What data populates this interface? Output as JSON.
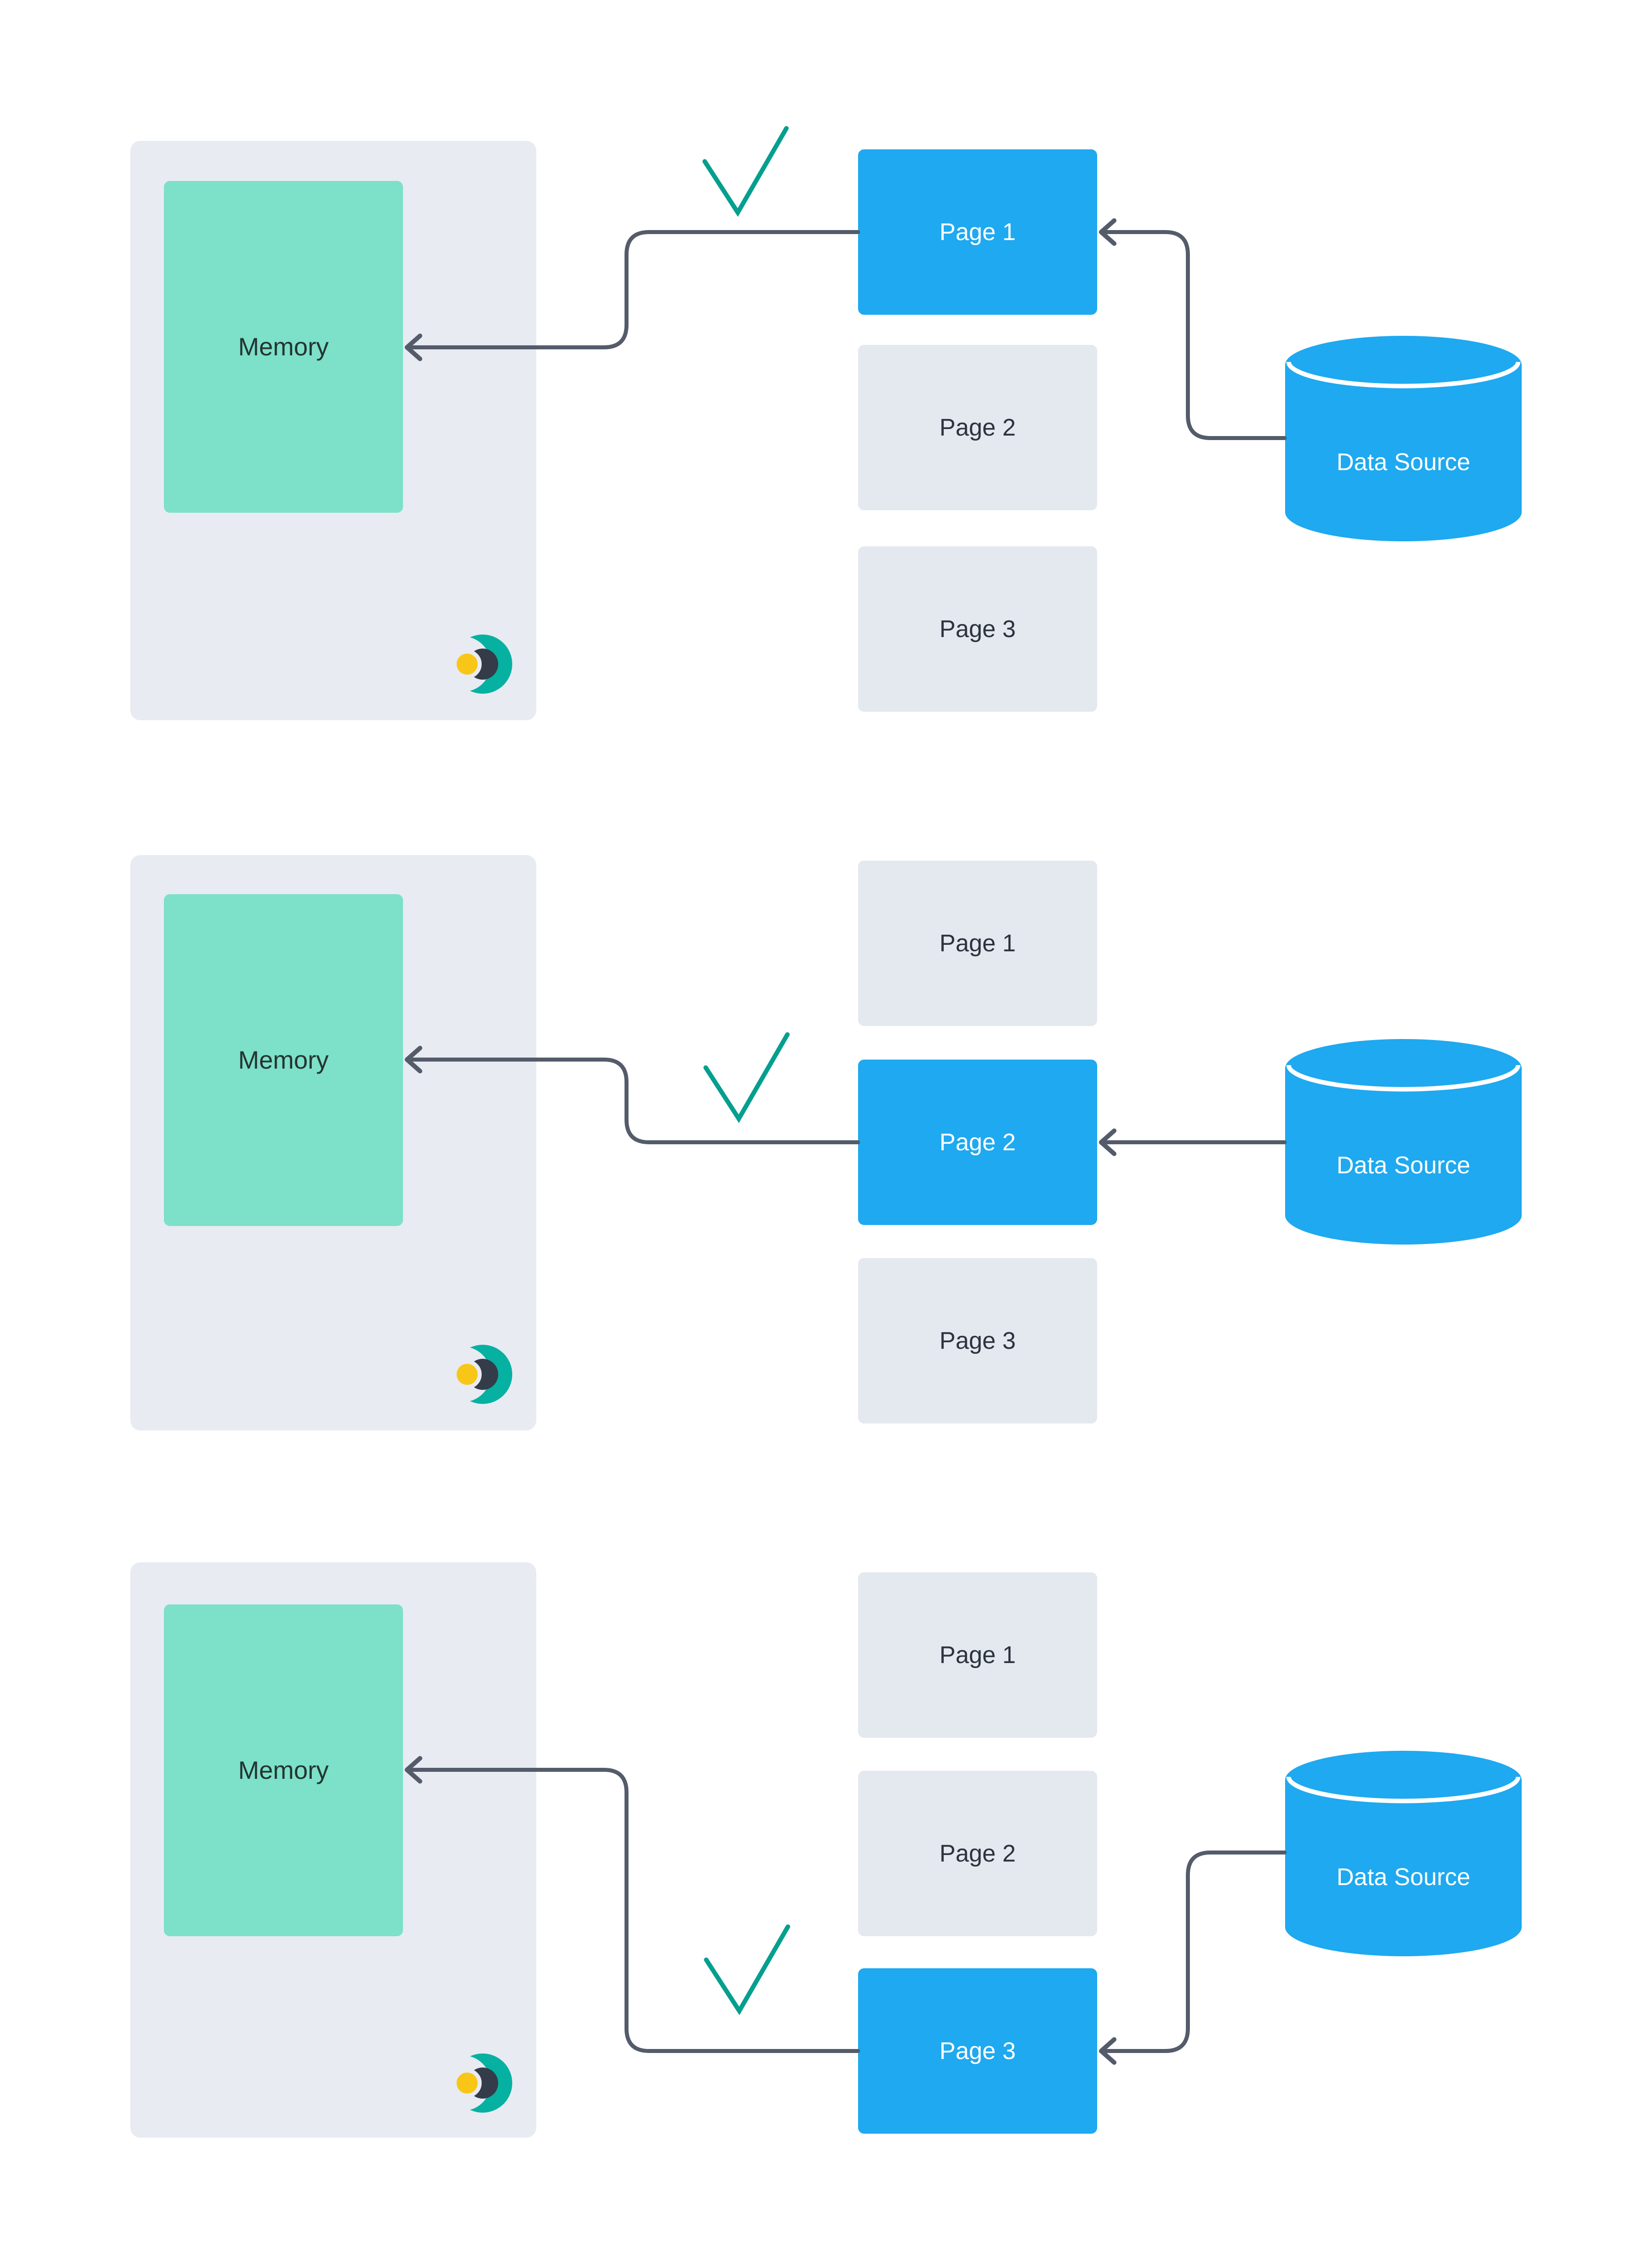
{
  "diagram_title": "page-loading-diagram",
  "colors": {
    "background": "#ffffff",
    "frame_gray": "#e8ebf2",
    "page_gray": "#e4e8ef",
    "accent_blue": "#1ea9f0",
    "memory_teal": "#7de0c9",
    "arrow_gray": "#545b6a",
    "check_teal": "#049f8e",
    "logo_teal": "#06b1a2",
    "logo_yellow": "#f8c616",
    "logo_dark": "#343b49",
    "memory_text": "#243531",
    "page_text": "#2c333e",
    "data_source_text": "#ffffff"
  },
  "icons": {
    "check": "check-icon",
    "left_arrow": "arrow-left-icon",
    "logo": "eclipse-logo-icon",
    "database": "database-cylinder-icon"
  },
  "panels": [
    {
      "memory_label": "Memory",
      "pages": [
        {
          "label": "Page 1",
          "active": true
        },
        {
          "label": "Page 2",
          "active": false
        },
        {
          "label": "Page 3",
          "active": false
        }
      ],
      "data_source_label": "Data Source",
      "loaded_page": "Page 1"
    },
    {
      "memory_label": "Memory",
      "pages": [
        {
          "label": "Page 1",
          "active": false
        },
        {
          "label": "Page 2",
          "active": true
        },
        {
          "label": "Page 3",
          "active": false
        }
      ],
      "data_source_label": "Data Source",
      "loaded_page": "Page 2"
    },
    {
      "memory_label": "Memory",
      "pages": [
        {
          "label": "Page 1",
          "active": false
        },
        {
          "label": "Page 2",
          "active": false
        },
        {
          "label": "Page 3",
          "active": true
        }
      ],
      "data_source_label": "Data Source",
      "loaded_page": "Page 3"
    }
  ]
}
